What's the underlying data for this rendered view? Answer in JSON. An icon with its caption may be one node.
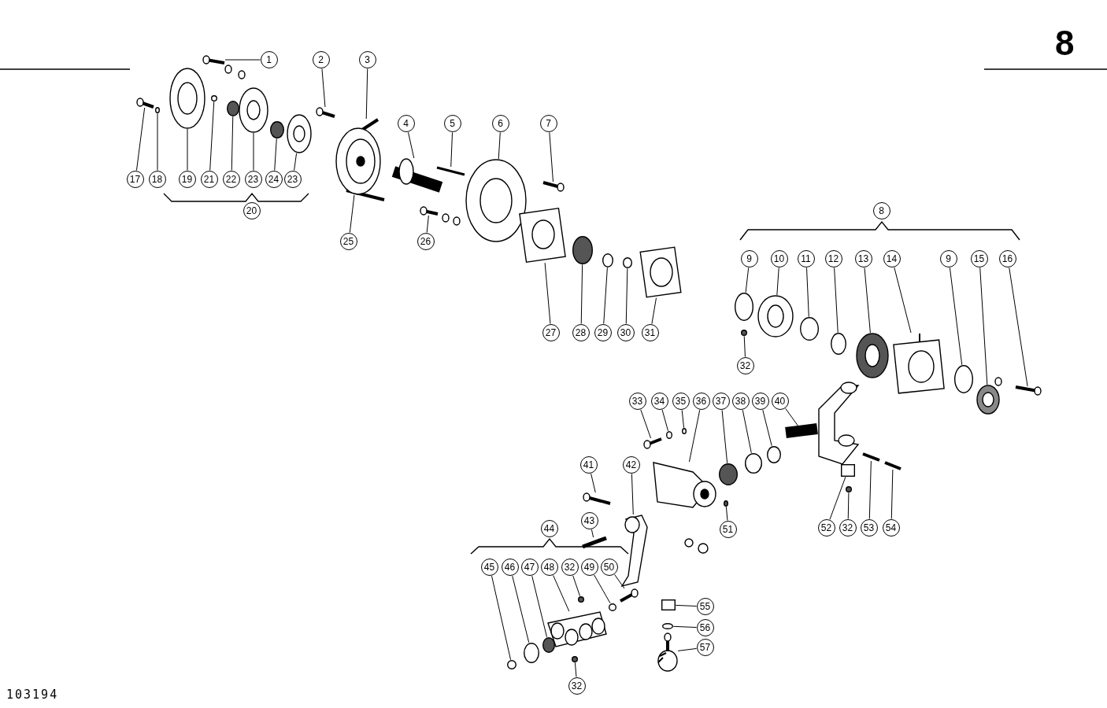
{
  "diagram": {
    "nodes": [
      {
        "text": [
          "1"
        ]
      },
      {
        "text": [
          "2"
        ]
      },
      {
        "text": [
          "3"
        ]
      },
      {
        "text": [
          "4"
        ]
      },
      {
        "text": [
          "5"
        ]
      },
      {
        "text": [
          "6"
        ]
      },
      {
        "text": [
          "7"
        ]
      },
      {
        "text": [
          "17"
        ]
      },
      {
        "text": [
          "18"
        ]
      },
      {
        "text": [
          "19"
        ]
      },
      {
        "text": [
          "21"
        ]
      },
      {
        "text": [
          "22"
        ]
      },
      {
        "text": [
          "23"
        ]
      },
      {
        "text": [
          "24"
        ]
      },
      {
        "text": [
          "23"
        ]
      },
      {
        "text": [
          "20"
        ]
      },
      {
        "text": [
          "25"
        ]
      },
      {
        "text": [
          "26"
        ]
      },
      {
        "text": [
          "27"
        ]
      },
      {
        "text": [
          "28"
        ]
      },
      {
        "text": [
          "29"
        ]
      },
      {
        "text": [
          "30"
        ]
      },
      {
        "text": [
          "31"
        ]
      },
      {
        "text": [
          "8"
        ]
      },
      {
        "text": [
          "9"
        ]
      },
      {
        "text": [
          "10"
        ]
      },
      {
        "text": [
          "11"
        ]
      },
      {
        "text": [
          "12"
        ]
      },
      {
        "text": [
          "13"
        ]
      },
      {
        "text": [
          "14"
        ]
      },
      {
        "text": [
          "9"
        ]
      },
      {
        "text": [
          "15"
        ]
      },
      {
        "text": [
          "16"
        ]
      },
      {
        "text": [
          "32"
        ]
      },
      {
        "text": [
          "33"
        ]
      },
      {
        "text": [
          "34"
        ]
      },
      {
        "text": [
          "35"
        ]
      },
      {
        "text": [
          "36"
        ]
      },
      {
        "text": [
          "37"
        ]
      },
      {
        "text": [
          "38"
        ]
      },
      {
        "text": [
          "39"
        ]
      },
      {
        "text": [
          "40"
        ]
      },
      {
        "text": [
          "41"
        ]
      },
      {
        "text": [
          "42"
        ]
      },
      {
        "text": [
          "43"
        ]
      },
      {
        "text": [
          "44"
        ]
      },
      {
        "text": [
          "45"
        ]
      },
      {
        "text": [
          "46"
        ]
      },
      {
        "text": [
          "47"
        ]
      },
      {
        "text": [
          "48"
        ]
      },
      {
        "text": [
          "32"
        ]
      },
      {
        "text": [
          "49"
        ]
      },
      {
        "text": [
          "50"
        ]
      },
      {
        "text": [
          "51"
        ]
      },
      {
        "text": [
          "52"
        ]
      },
      {
        "text": [
          "32"
        ]
      },
      {
        "text": [
          "53"
        ]
      },
      {
        "text": [
          "54"
        ]
      },
      {
        "text": [
          "55"
        ]
      },
      {
        "text": [
          "56"
        ]
      },
      {
        "text": [
          "57"
        ]
      },
      {
        "text": [
          "32"
        ]
      },
      {
        "text": [],
        "shape": "picture"
      },
      {
        "text": [],
        "shape": "picture"
      },
      {
        "text": [],
        "shape": "picture"
      },
      {
        "text": [],
        "shape": "picture"
      },
      {
        "text": [],
        "shape": "picture"
      },
      {
        "text": [],
        "shape": "picture"
      },
      {
        "text": [],
        "shape": "picture"
      },
      {
        "text": [],
        "shape": "picture"
      },
      {
        "text": [],
        "shape": "circle"
      },
      {
        "text": [],
        "shape": "picture"
      },
      {
        "text": [],
        "shape": "circle"
      },
      {
        "text": [],
        "shape": "circle"
      },
      {
        "text": [],
        "shape": "picture"
      },
      {
        "text": [],
        "shape": "circle"
      },
      {
        "text": [],
        "shape": "picture"
      },
      {
        "text": [],
        "shape": "picture"
      },
      {
        "text": [],
        "shape": "picture"
      },
      {
        "text": [],
        "shape": "picture"
      },
      {
        "text": [],
        "shape": "circle"
      },
      {
        "text": [],
        "shape": "circle"
      },
      {
        "text": [],
        "shape": "circle"
      },
      {
        "text": [],
        "shape": "picture"
      },
      {
        "text": [],
        "shape": "circle"
      },
      {
        "text": [],
        "shape": "picture"
      },
      {
        "text": [],
        "shape": "circle"
      },
      {
        "text": [],
        "shape": "circle"
      },
      {
        "text": [],
        "shape": "picture"
      },
      {
        "text": [],
        "shape": "picture"
      },
      {
        "text": [],
        "shape": "circle"
      },
      {
        "text": [],
        "shape": "picture"
      },
      {
        "text": [],
        "shape": "picture"
      },
      {
        "text": [],
        "shape": "circle"
      },
      {
        "text": [],
        "shape": "picture"
      },
      {
        "text": [],
        "shape": "circle"
      },
      {
        "text": [],
        "shape": "circle"
      },
      {
        "text": [],
        "shape": "picture"
      },
      {
        "text": [],
        "shape": "circle"
      },
      {
        "text": [],
        "shape": "circle"
      },
      {
        "text": [],
        "shape": "circle"
      },
      {
        "text": [],
        "shape": "picture"
      },
      {
        "text": [],
        "shape": "picture"
      },
      {
        "text": [],
        "shape": "picture"
      },
      {
        "text": [],
        "shape": "picture"
      },
      {
        "text": [],
        "shape": "circle"
      },
      {
        "text": [],
        "shape": "circle"
      },
      {
        "text": [],
        "shape": "circle"
      },
      {
        "text": [],
        "shape": "picture"
      },
      {
        "text": [],
        "shape": "circle"
      },
      {
        "text": [],
        "shape": "circle"
      },
      {
        "text": [],
        "shape": "picture"
      },
      {
        "text": [],
        "shape": "circle"
      },
      {
        "text": [],
        "shape": "box"
      },
      {
        "text": [],
        "shape": "circle"
      },
      {
        "text": [],
        "shape": "picture"
      },
      {
        "text": [],
        "shape": "picture"
      },
      {
        "text": [],
        "shape": "box"
      },
      {
        "text": [],
        "shape": "circle"
      },
      {
        "text": [],
        "shape": "picture"
      },
      {
        "text": [],
        "shape": "circle"
      }
    ],
    "edges": [
      {
        "from": 0,
        "to": 62,
        "arrow": "none"
      },
      {
        "from": 1,
        "to": 63,
        "arrow": "none"
      },
      {
        "from": 2,
        "to": 64,
        "arrow": "none"
      },
      {
        "from": 3,
        "to": 65,
        "arrow": "none"
      },
      {
        "from": 4,
        "to": 66,
        "arrow": "none"
      },
      {
        "from": 5,
        "to": 67,
        "arrow": "none"
      },
      {
        "from": 6,
        "to": 68,
        "arrow": "none"
      },
      {
        "from": 7,
        "to": 69,
        "arrow": "none"
      },
      {
        "from": 8,
        "to": 70,
        "arrow": "none"
      },
      {
        "from": 9,
        "to": 71,
        "arrow": "none"
      },
      {
        "from": 10,
        "to": 72,
        "arrow": "none"
      },
      {
        "from": 11,
        "to": 73,
        "arrow": "none"
      },
      {
        "from": 12,
        "to": 74,
        "arrow": "none"
      },
      {
        "from": 13,
        "to": 75,
        "arrow": "none"
      },
      {
        "from": 14,
        "to": 76,
        "arrow": "none"
      },
      {
        "from": 16,
        "to": 77,
        "arrow": "none"
      },
      {
        "from": 17,
        "to": 78,
        "arrow": "none"
      },
      {
        "from": 18,
        "to": 79,
        "arrow": "none"
      },
      {
        "from": 19,
        "to": 80,
        "arrow": "none"
      },
      {
        "from": 20,
        "to": 81,
        "arrow": "none"
      },
      {
        "from": 21,
        "to": 82,
        "arrow": "none"
      },
      {
        "from": 22,
        "to": 83,
        "arrow": "none"
      },
      {
        "from": 24,
        "to": 84,
        "arrow": "none"
      },
      {
        "from": 25,
        "to": 85,
        "arrow": "none"
      },
      {
        "from": 26,
        "to": 86,
        "arrow": "none"
      },
      {
        "from": 27,
        "to": 87,
        "arrow": "none"
      },
      {
        "from": 28,
        "to": 88,
        "arrow": "none"
      },
      {
        "from": 29,
        "to": 89,
        "arrow": "none"
      },
      {
        "from": 30,
        "to": 90,
        "arrow": "none"
      },
      {
        "from": 31,
        "to": 91,
        "arrow": "none"
      },
      {
        "from": 32,
        "to": 92,
        "arrow": "none"
      },
      {
        "from": 33,
        "to": 93,
        "arrow": "none"
      },
      {
        "from": 34,
        "to": 94,
        "arrow": "none"
      },
      {
        "from": 35,
        "to": 95,
        "arrow": "none"
      },
      {
        "from": 36,
        "to": 96,
        "arrow": "none"
      },
      {
        "from": 37,
        "to": 97,
        "arrow": "none"
      },
      {
        "from": 38,
        "to": 98,
        "arrow": "none"
      },
      {
        "from": 39,
        "to": 99,
        "arrow": "none"
      },
      {
        "from": 40,
        "to": 100,
        "arrow": "none"
      },
      {
        "from": 41,
        "to": 101,
        "arrow": "none"
      },
      {
        "from": 42,
        "to": 102,
        "arrow": "none"
      },
      {
        "from": 43,
        "to": 103,
        "arrow": "none"
      },
      {
        "from": 44,
        "to": 104,
        "arrow": "none"
      },
      {
        "from": 46,
        "to": 105,
        "arrow": "none"
      },
      {
        "from": 47,
        "to": 106,
        "arrow": "none"
      },
      {
        "from": 48,
        "to": 107,
        "arrow": "none"
      },
      {
        "from": 49,
        "to": 108,
        "arrow": "none"
      },
      {
        "from": 50,
        "to": 109,
        "arrow": "none"
      },
      {
        "from": 51,
        "to": 110,
        "arrow": "none"
      },
      {
        "from": 52,
        "to": 111,
        "arrow": "none"
      },
      {
        "from": 53,
        "to": 112,
        "arrow": "none"
      },
      {
        "from": 54,
        "to": 113,
        "arrow": "none"
      },
      {
        "from": 55,
        "to": 114,
        "arrow": "none"
      },
      {
        "from": 56,
        "to": 115,
        "arrow": "none"
      },
      {
        "from": 57,
        "to": 116,
        "arrow": "none"
      },
      {
        "from": 58,
        "to": 117,
        "arrow": "none"
      },
      {
        "from": 59,
        "to": 118,
        "arrow": "none"
      },
      {
        "from": 60,
        "to": 119,
        "arrow": "none"
      },
      {
        "from": 61,
        "to": 120,
        "arrow": "none"
      }
    ],
    "labels": [
      "8",
      "103194"
    ]
  }
}
